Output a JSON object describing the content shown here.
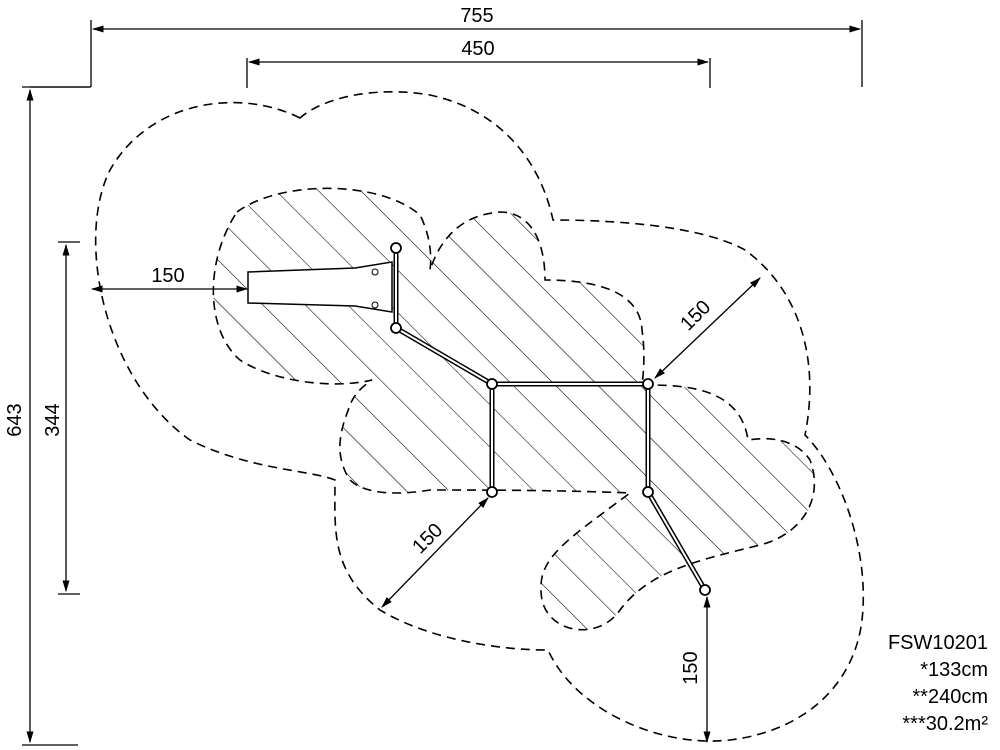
{
  "dimensions": {
    "overall_width": "755",
    "inner_width": "450",
    "overall_height": "643",
    "inner_height": "344",
    "safety_left": "150",
    "safety_upper_right": "150",
    "safety_lower_left": "150",
    "safety_bottom": "150"
  },
  "product": {
    "code": "FSW10201",
    "spec1": "*133cm",
    "spec2": "**240cm",
    "spec3": "***30.2m²"
  }
}
